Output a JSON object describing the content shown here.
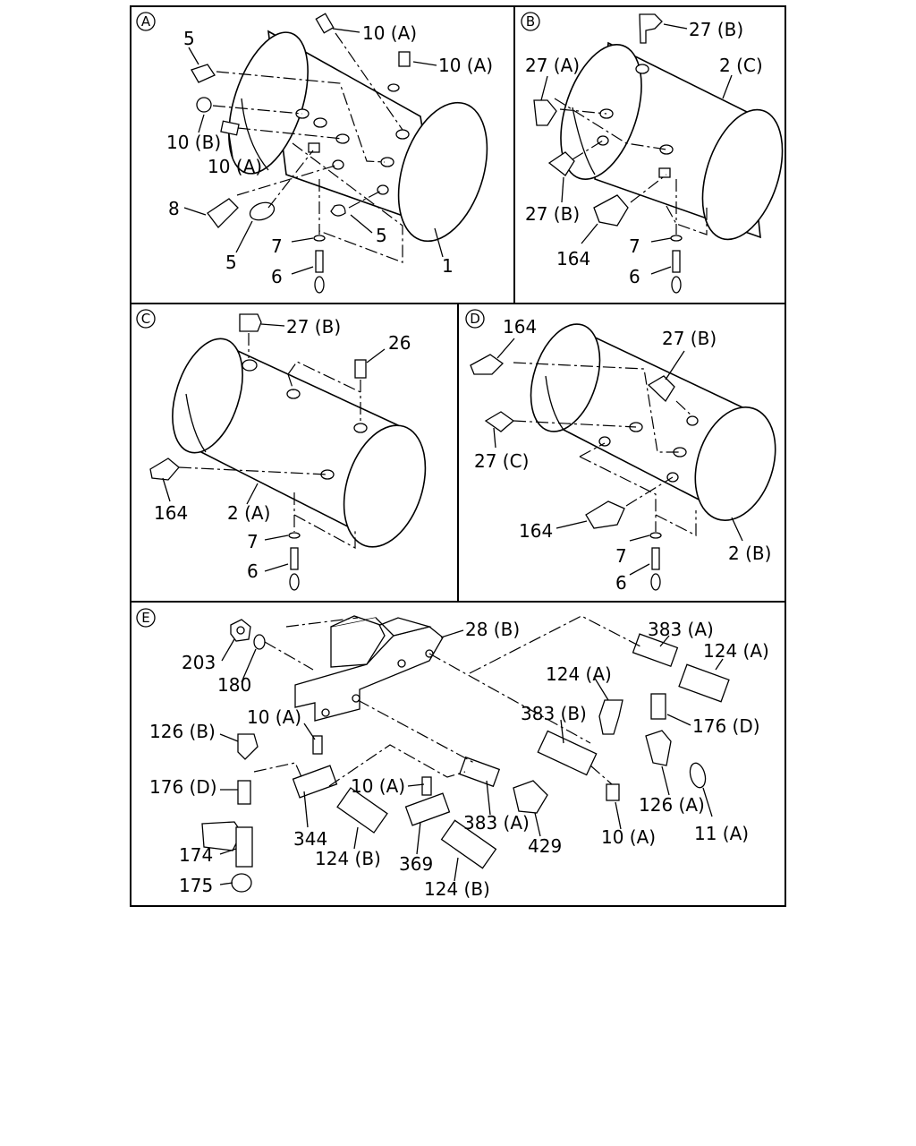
{
  "sections": [
    {
      "letter": "A"
    },
    {
      "letter": "B"
    },
    {
      "letter": "C"
    },
    {
      "letter": "D"
    },
    {
      "letter": "E"
    }
  ],
  "callouts": {
    "A": [
      "5",
      "10 (A)",
      "10 (A)",
      "10 (B)",
      "10 (A)",
      "8",
      "5",
      "5",
      "7",
      "6",
      "1"
    ],
    "B": [
      "27 (B)",
      "27 (A)",
      "2 (C)",
      "27 (B)",
      "164",
      "7",
      "6"
    ],
    "C": [
      "27 (B)",
      "26",
      "164",
      "2 (A)",
      "7",
      "6"
    ],
    "D": [
      "164",
      "27 (B)",
      "27 (C)",
      "164",
      "7",
      "6",
      "2 (B)"
    ],
    "E": [
      "203",
      "180",
      "28 (B)",
      "383 (A)",
      "124 (A)",
      "124 (A)",
      "383 (B)",
      "176 (D)",
      "10 (A)",
      "126 (B)",
      "176 (D)",
      "10 (A)",
      "344",
      "174",
      "175",
      "124 (B)",
      "369",
      "124 (B)",
      "383 (A)",
      "429",
      "10 (A)",
      "126 (A)",
      "11 (A)"
    ]
  }
}
